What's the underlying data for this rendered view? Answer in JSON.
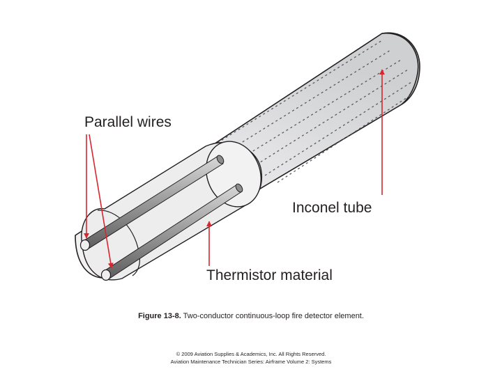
{
  "labels": {
    "parallel_wires": "Parallel wires",
    "inconel_tube": "Inconel tube",
    "thermistor_material": "Thermistor material"
  },
  "caption": {
    "figure_number": "Figure 13-8.",
    "text": "Two-conductor continuous-loop fire detector element."
  },
  "copyright": {
    "line1": "© 2009 Aviation Supplies & Academics, Inc. All Rights Reserved.",
    "line2": "Aviation Maintenance Technician Series: Airframe Volume 2: Systems"
  },
  "colors": {
    "arrow": "#d7262f",
    "tube_fill": "#e6e6e7",
    "outline": "#231f20"
  }
}
